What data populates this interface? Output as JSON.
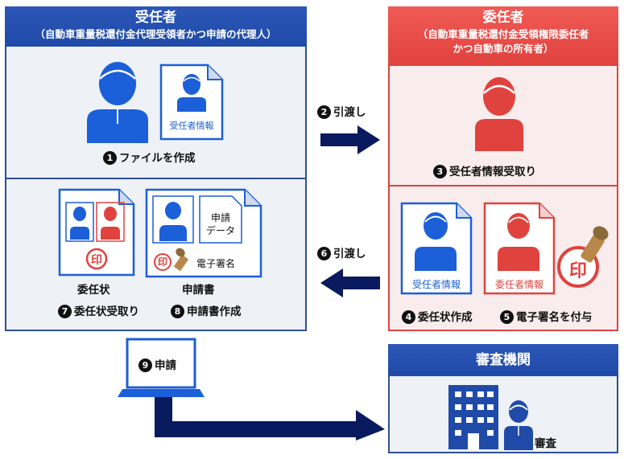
{
  "delegate": {
    "title": "受任者",
    "subtitle": "（自動車重量税還付金代理受領者かつ申請の代理人）",
    "doc_label": "受任者情報",
    "step1": {
      "num": "1",
      "label": "ファイルを作成"
    },
    "power_of_attorney_doc": {
      "stamp": "印",
      "caption": "委任状"
    },
    "application_doc": {
      "data_line1": "申請",
      "data_line2": "データ",
      "stamp": "印",
      "signature": "電子署名",
      "caption": "申請書"
    },
    "step7": {
      "num": "7",
      "label": "委任状受取り"
    },
    "step8": {
      "num": "8",
      "label": "申請書作成"
    }
  },
  "delegator": {
    "title": "委任者",
    "subtitle_line1": "（自動車重量税還付金受領権限委任者",
    "subtitle_line2": "かつ自動車の所有者）",
    "step3": {
      "num": "3",
      "label": "受任者情報受取り"
    },
    "doc1_label": "受任者情報",
    "doc2_label": "委任者情報",
    "stamp": "印",
    "step4": {
      "num": "4",
      "label": "委任状作成"
    },
    "step5": {
      "num": "5",
      "label": "電子署名を付与"
    }
  },
  "transfers": {
    "step2": {
      "num": "2",
      "label": "引渡し"
    },
    "step6": {
      "num": "6",
      "label": "引渡し"
    }
  },
  "submit": {
    "num": "9",
    "label": "申請"
  },
  "review": {
    "title": "審査機関",
    "caption": "審査"
  },
  "colors": {
    "blue": "#1f4aa8",
    "person_blue": "#1b5fd9",
    "red": "#e0423e",
    "navy": "#0a1a5e"
  }
}
